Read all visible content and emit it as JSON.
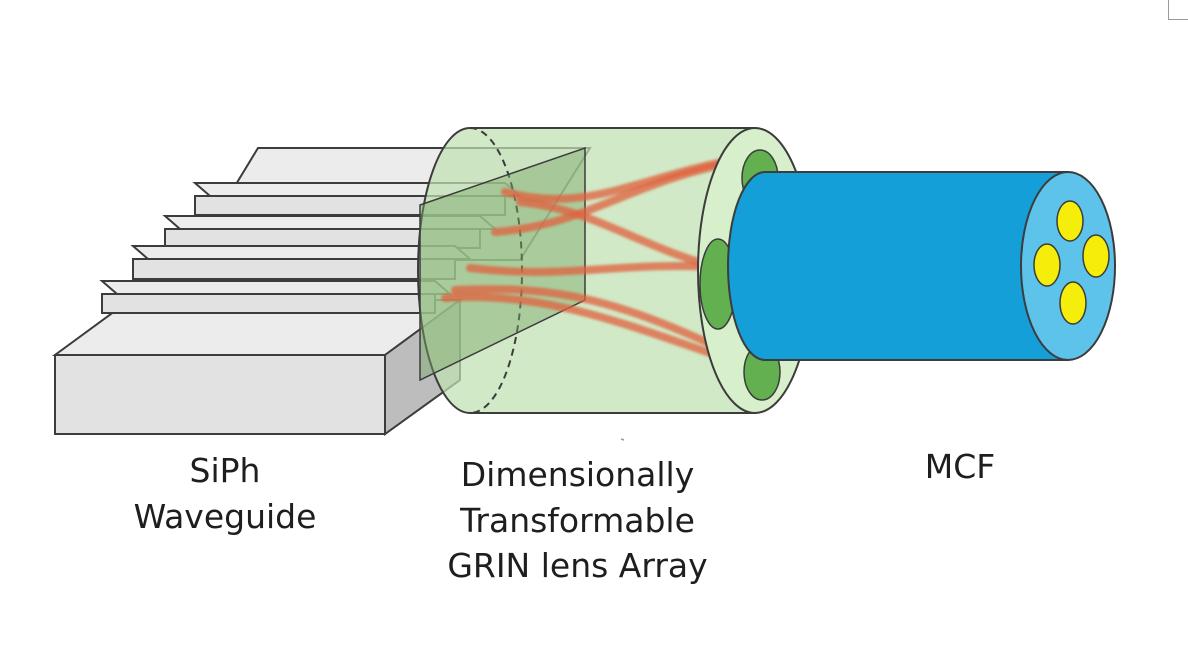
{
  "labels": {
    "siph": [
      "SiPh",
      "Waveguide"
    ],
    "grin": [
      "Dimensionally",
      "Transformable",
      "GRIN lens Array"
    ],
    "mcf": [
      "MCF"
    ]
  },
  "colors": {
    "chip_fill": "#e2e2e2",
    "chip_top": "#ececec",
    "chip_side": "#bdbdbd",
    "outline": "#3c3c3c",
    "grin_fill": "#bfe0b0",
    "grin_face": "#d8efcc",
    "lens_green": "#62b04f",
    "beam_red": "#e0603c",
    "fiber_blue": "#149fd8",
    "fiber_face": "#5ec3ea",
    "core_yellow": "#f5ee0a"
  }
}
